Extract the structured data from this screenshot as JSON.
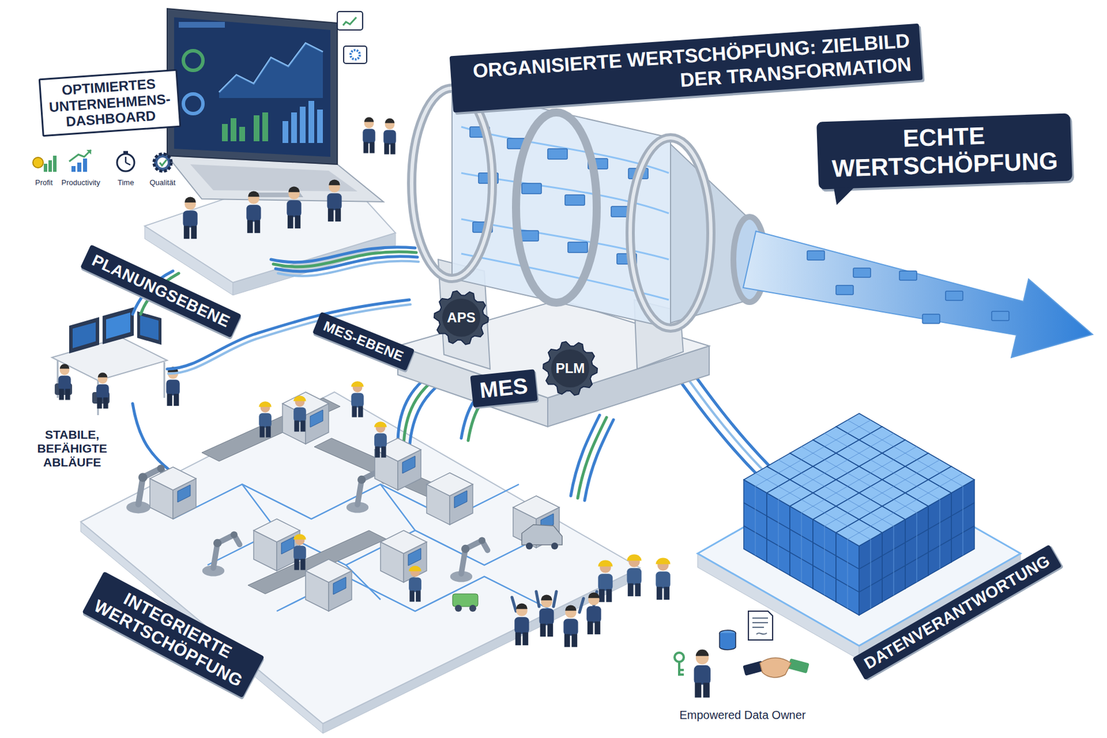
{
  "diagram": {
    "title": "ORGANISIERTE WERTSCHÖPFUNG: ZIELBILD DER TRANSFORMATION",
    "nodes": [
      {
        "text": [
          "OPTIMIERTES UNTERNEHMENS- DASHBOARD"
        ]
      },
      {
        "text": [
          "ECHTE WERTSCHÖPFUNG"
        ]
      },
      {
        "text": [
          "PLANUNGSEBENE"
        ]
      },
      {
        "text": [
          "APS"
        ]
      },
      {
        "text": [
          "MES-EBENE"
        ]
      },
      {
        "text": [
          "PLM"
        ]
      },
      {
        "text": [
          "MES"
        ]
      },
      {
        "text": [
          "INTEGRIERTE WERTSCHÖPFUNG"
        ]
      },
      {
        "text": [
          "DATENVERANTWORTUNG"
        ]
      }
    ],
    "labels": [
      "Profit",
      "Productivity",
      "Time",
      "Qualität",
      "STABILE, BEFÄHIGTE ABLÄUFE",
      "Empowered Data Owner"
    ]
  }
}
